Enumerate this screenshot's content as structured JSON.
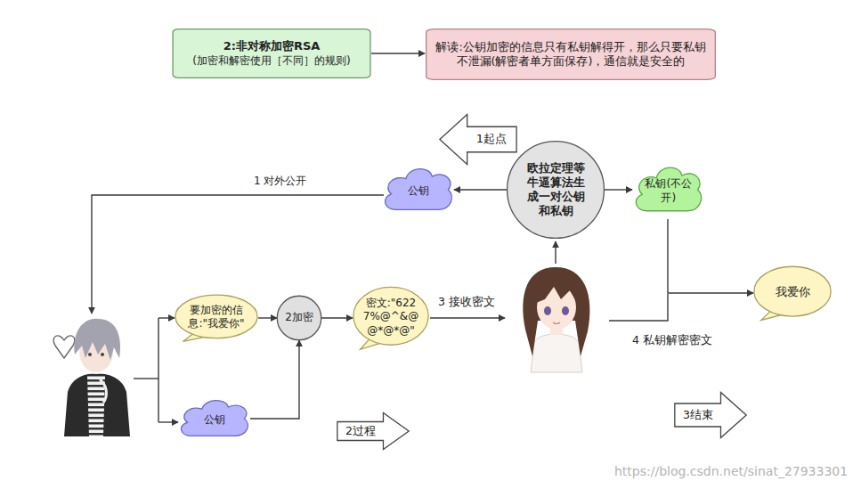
{
  "diagram": {
    "nodes": [
      {
        "text": [
          "2:非对称加密RSA",
          "(加密和解密使用［不同］的规则)"
        ]
      },
      {
        "text": [
          "解读:公钥加密的信息只有私钥解得开，那么只要私钥不泄漏(解密者单方面保存)，通信就是安全的"
        ]
      },
      {
        "text": [
          "1起点"
        ]
      },
      {
        "text": [
          "欧拉定理等牛逼算法生成一对公钥和私钥"
        ]
      },
      {
        "text": [
          "公钥"
        ]
      },
      {
        "text": [
          "私钥(不公开)"
        ]
      },
      {
        "text": [
          "要加密的信息:\"我爱你\""
        ]
      },
      {
        "text": [
          "2加密"
        ]
      },
      {
        "text": [
          "密文:\"6227%@^&@@*@*@\""
        ]
      },
      {
        "text": [
          "我爱你"
        ]
      },
      {
        "text": [
          "公钥"
        ]
      },
      {
        "text": [
          "2过程"
        ]
      },
      {
        "text": [
          "3结束"
        ]
      }
    ],
    "edges": [
      {
        "from": 0,
        "to": 1,
        "arrow": "to"
      },
      {
        "from": 3,
        "to": 4,
        "arrow": "to"
      },
      {
        "from": 3,
        "to": 5,
        "arrow": "to"
      },
      {
        "from": 6,
        "to": 7,
        "arrow": "to"
      },
      {
        "from": 7,
        "to": 8,
        "arrow": "to"
      },
      {
        "from": 10,
        "to": 7,
        "arrow": "to"
      },
      {
        "from": 5,
        "to": 9,
        "arrow": "to"
      }
    ],
    "labels": [
      "1 对外公开",
      "3 接收密文",
      "4 私钥解密密文",
      "https://blog.csdn.net/sinat_27933301"
    ]
  }
}
